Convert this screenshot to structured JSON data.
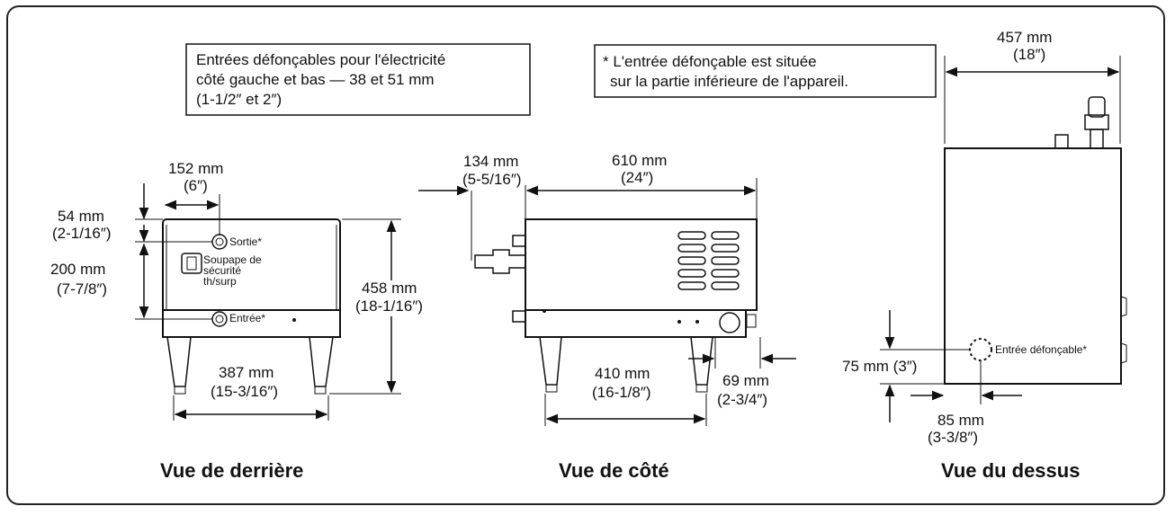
{
  "notes": {
    "knockouts": [
      "Entrées défonçables pour l'électricité",
      "côté gauche et bas — 38 et 51 mm",
      "(1-1/2″ et 2″)"
    ],
    "bottom_entry": [
      "* L'entrée défonçable est située",
      "sur la partie inférieure de l'appareil."
    ]
  },
  "rear_view": {
    "title": "Vue de derrière",
    "dim_152": [
      "152 mm",
      "(6″)"
    ],
    "dim_54": [
      "54 mm",
      "(2-1/16″)"
    ],
    "dim_200": [
      "200 mm",
      "(7-7/8″)"
    ],
    "dim_458": [
      "458 mm",
      "(18-1/16″)"
    ],
    "dim_387": [
      "387 mm",
      "(15-3/16″)"
    ],
    "outlet": "Sortie*",
    "inlet": "Entrée*",
    "valve": [
      "Soupape de",
      "sécurité",
      "th/surp"
    ]
  },
  "side_view": {
    "title": "Vue de côté",
    "dim_134": [
      "134 mm",
      "(5-5/16″)"
    ],
    "dim_610": [
      "610 mm",
      "(24″)"
    ],
    "dim_410": [
      "410 mm",
      "(16-1/8″)"
    ],
    "dim_69": [
      "69 mm",
      "(2-3/4″)"
    ]
  },
  "top_view": {
    "title": "Vue du dessus",
    "dim_457": [
      "457 mm",
      "(18″)"
    ],
    "dim_75": "75 mm (3″)",
    "dim_85": [
      "85 mm",
      "(3-3/8″)"
    ],
    "knockout": "Entrée défonçable*"
  }
}
